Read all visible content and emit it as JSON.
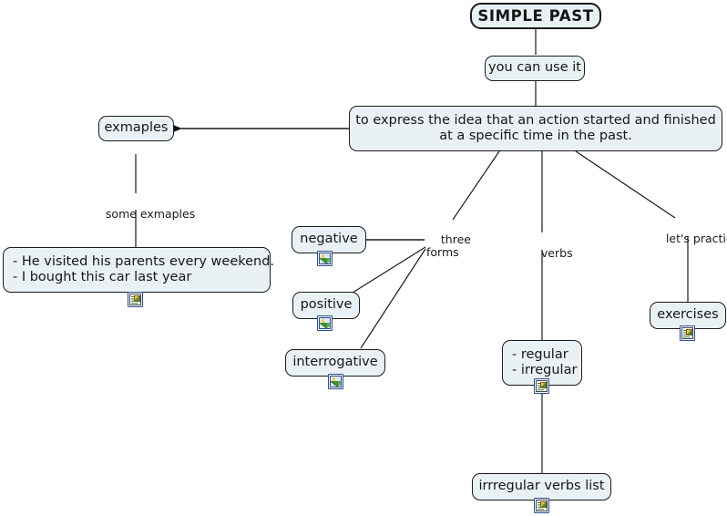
{
  "title": "SIMPLE PAST",
  "nodes": {
    "root": {
      "label": "SIMPLE PAST"
    },
    "you_can_use_it": {
      "label": "you can use it"
    },
    "definition": {
      "line1": "to express the idea that an action started and finished",
      "line2": "at a specific time in the past."
    },
    "exmaples": {
      "label": "exmaples"
    },
    "examples_list": {
      "line1": "- He visited his parents every weekend.",
      "line2": "- I bought this car last year"
    },
    "negative": {
      "label": "negative"
    },
    "positive": {
      "label": "positive"
    },
    "interrogative": {
      "label": "interrogative"
    },
    "verbs_kinds": {
      "line1": "- regular",
      "line2": "- irregular"
    },
    "irregular_verbs_list": {
      "label": "irrregular verbs list"
    },
    "exercises": {
      "label": "exercises"
    }
  },
  "link_labels": {
    "some_exmaples": "some exmaples",
    "three_forms_l1": "three",
    "three_forms_l2": "forms",
    "verbs": "verbs",
    "lets_practice": "let's practice"
  },
  "icons": {
    "doc": "document-icon",
    "pic": "image-icon"
  },
  "colors": {
    "node_fill": "#eaf1f4",
    "node_border": "#1c1c1c",
    "edge": "#1a1a1a",
    "text": "#161616",
    "badge_border": "#2b4f8e",
    "background": "#ffffff"
  }
}
